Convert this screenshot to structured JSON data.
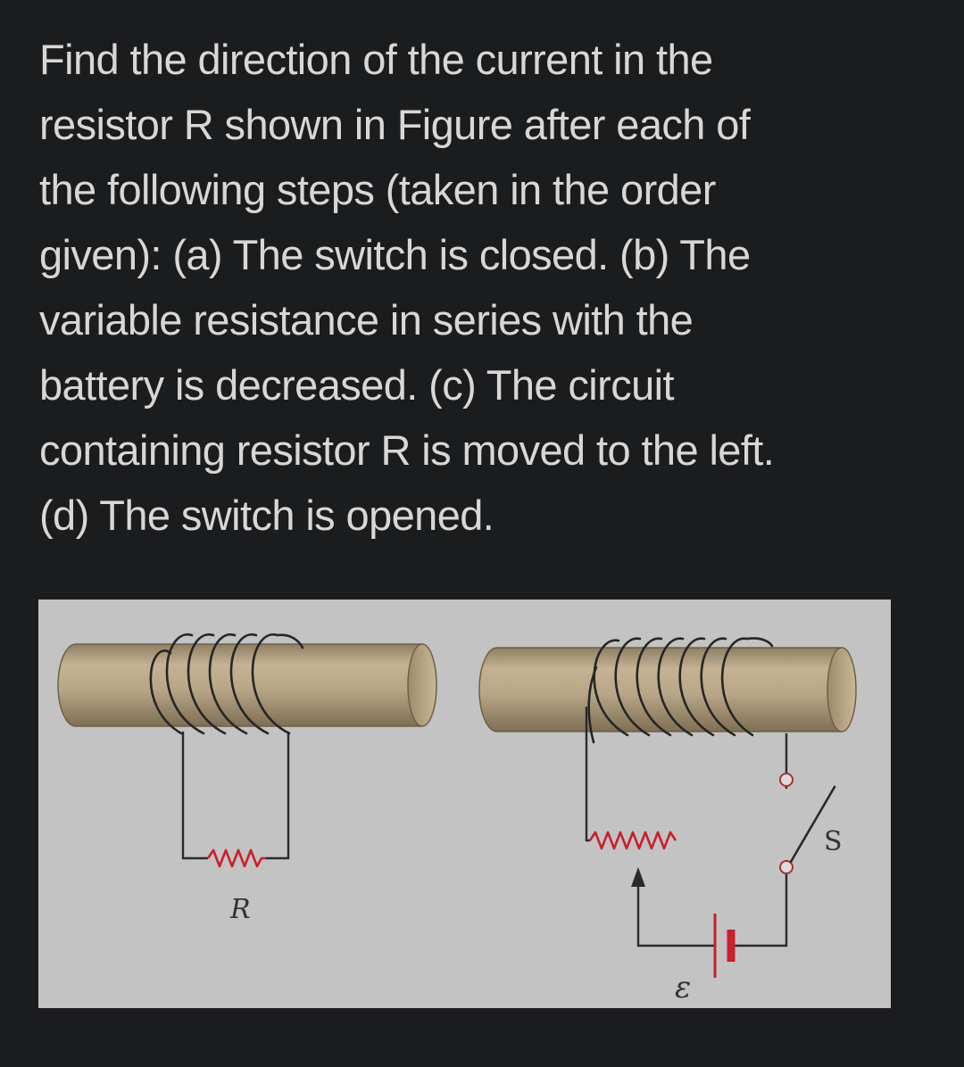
{
  "question": {
    "lines": [
      "Find the direction of the current in the",
      "resistor R shown in Figure after each of",
      "the following steps (taken in the order",
      "given): (a) The switch is closed. (b) The",
      "variable resistance in series with the",
      "battery is decreased. (c) The circuit",
      "containing resistor R is moved to the left.",
      "(d) The switch is opened."
    ]
  },
  "figure": {
    "labels": {
      "resistor": "R",
      "switch": "S",
      "emf": "ε"
    },
    "colors": {
      "rod": "#b5a385",
      "resistor": "#c8202c",
      "battery": "#c8202c",
      "wire": "#2a2a2a",
      "background": "#c3c3c3"
    }
  }
}
